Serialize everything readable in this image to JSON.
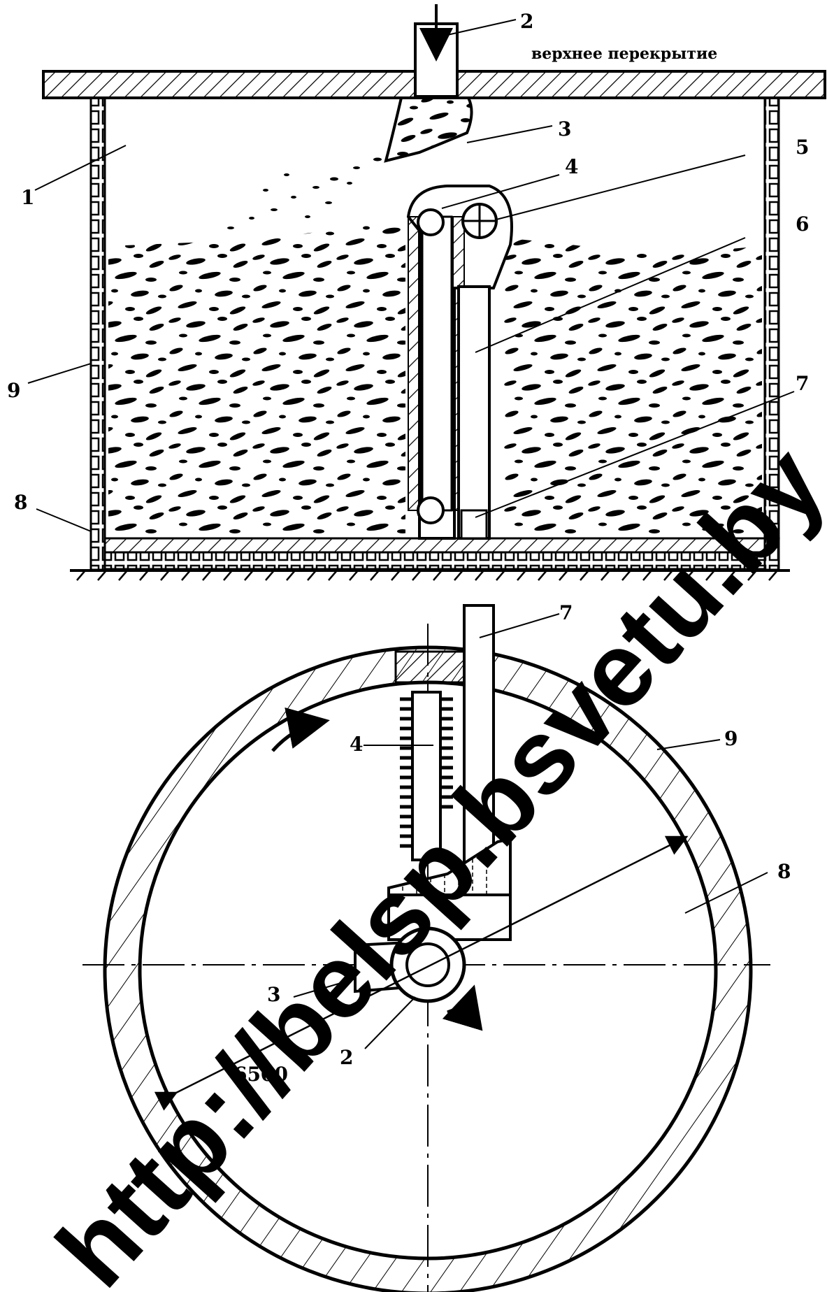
{
  "annotation_text": "верхнее перекрытие",
  "dimension_text": "6500",
  "watermark_text": "http://belsp.bsvetu.by",
  "side_view_labels": {
    "l1": "1",
    "l2": "2",
    "l3": "3",
    "l4": "4",
    "l5": "5",
    "l6": "6",
    "l7": "7",
    "l8": "8",
    "l9": "9"
  },
  "top_view_labels": {
    "l2": "2",
    "l3": "3",
    "l4": "4",
    "l7": "7",
    "l8": "8",
    "l9": "9"
  }
}
